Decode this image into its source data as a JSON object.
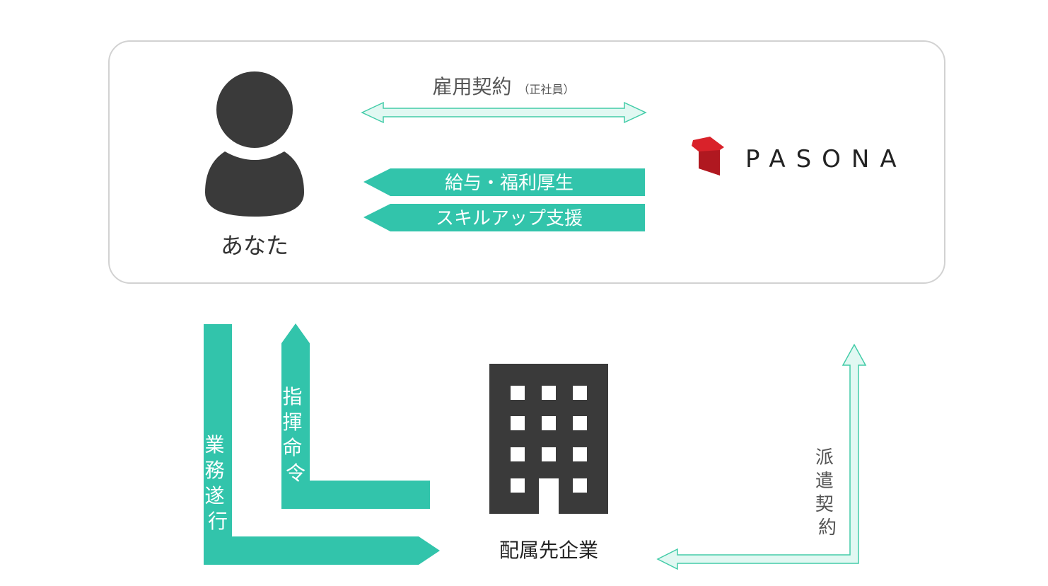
{
  "top_box": {
    "employment_contract": "雇用契約",
    "employment_type": "（正社員）",
    "salary_benefits": "給与・福利厚生",
    "skillup_support": "スキルアップ支援"
  },
  "you": {
    "label": "あなた"
  },
  "pasona": {
    "wordmark": "PASONA"
  },
  "bottom": {
    "business_execution": [
      "業",
      "務",
      "遂",
      "行"
    ],
    "direction_command": [
      "指",
      "揮",
      "命",
      "令"
    ],
    "dispatch_contract": [
      "派",
      "遣",
      "契",
      "約"
    ],
    "company_label": "配属先企業"
  },
  "colors": {
    "accent": "#32c4ab",
    "light_accent": "#e1f8f2",
    "light_stroke": "#43cca8",
    "icon": "#3a3a3a",
    "logo_red": "#d9222a"
  }
}
